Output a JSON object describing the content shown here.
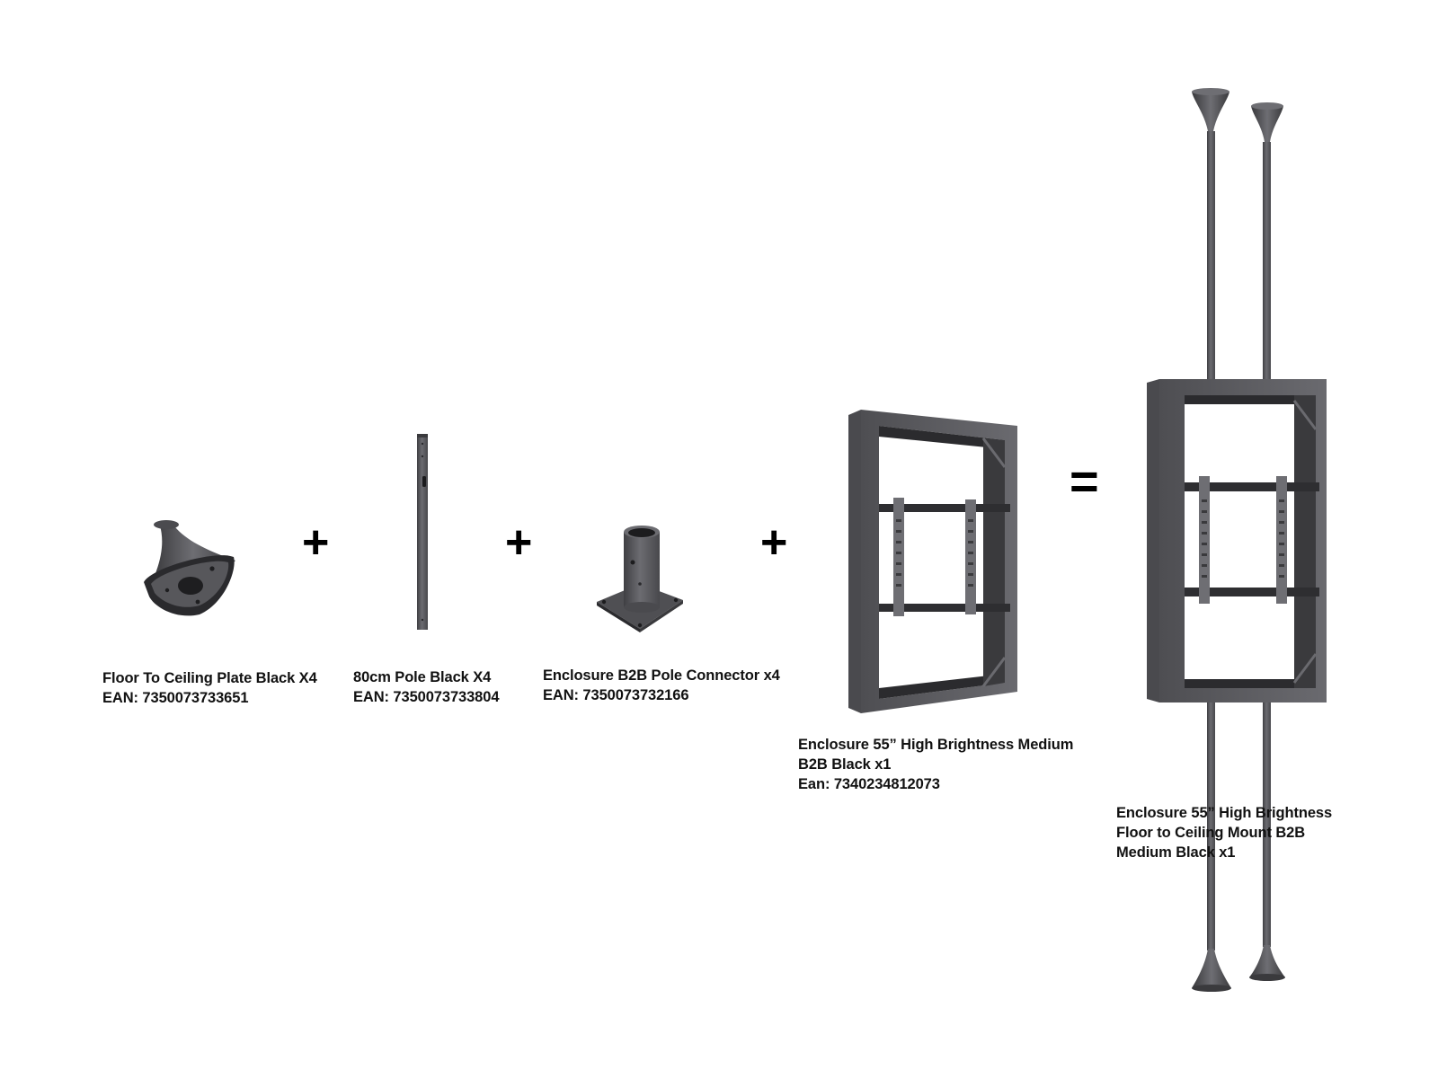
{
  "colors": {
    "background": "#ffffff",
    "text": "#111111",
    "metal": "#5a5a5e",
    "metal_dark": "#2e2e31",
    "metal_light": "#7b7b80",
    "operator": "#000000"
  },
  "components": [
    {
      "name_line": "Floor To Ceiling Plate Black X4",
      "ean_line": "EAN: 7350073733651"
    },
    {
      "name_line": "80cm Pole Black X4",
      "ean_line": "EAN: 7350073733804"
    },
    {
      "name_line": "Enclosure B2B Pole Connector x4",
      "ean_line": "EAN: 7350073732166"
    },
    {
      "name_line1": "Enclosure 55” High Brightness Medium",
      "name_line2": "B2B Black x1",
      "ean_line": "Ean: 7340234812073"
    }
  ],
  "result": {
    "line1": "Enclosure 55” High Brightness",
    "line2": "Floor to Ceiling Mount B2B",
    "line3": "Medium Black x1"
  },
  "operators": {
    "plus": "+",
    "equals": "="
  },
  "icons": [
    "ceiling-plate-icon",
    "pole-icon",
    "pole-connector-icon",
    "enclosure-icon",
    "assembled-mount-icon"
  ]
}
